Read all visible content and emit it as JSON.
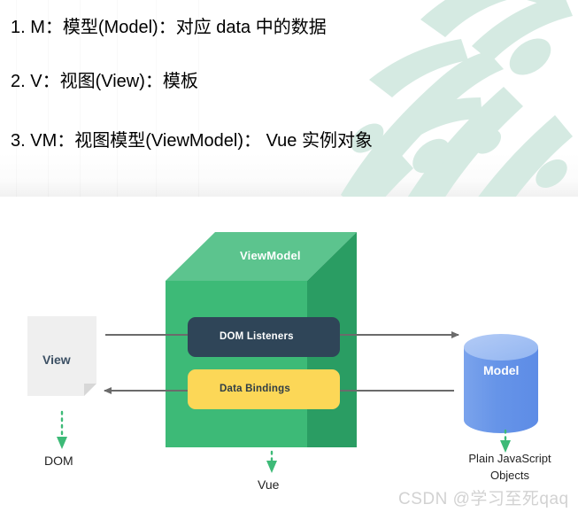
{
  "text_section": {
    "lines": [
      "1. M：模型(Model)：对应 data 中的数据",
      "2. V：视图(View)：模板",
      "3. VM：视图模型(ViewModel)：  Vue 实例对象"
    ]
  },
  "diagram": {
    "viewmodel_label": "ViewModel",
    "dom_listeners_label": "DOM Listeners",
    "data_bindings_label": "Data Bindings",
    "view_label": "View",
    "model_label": "Model",
    "dom_label": "DOM",
    "vue_label": "Vue",
    "plain_js_label": "Plain JavaScript Objects",
    "colors": {
      "cube_top": "#5cc48e",
      "cube_front": "#3dba77",
      "cube_side": "#2a9d63",
      "dom_listeners": "#2f4558",
      "data_bindings": "#fcd757",
      "view_card": "#efefef",
      "model_cylinder": "#6694e8",
      "model_cylinder_top": "#9fbdf2",
      "arrow": "#6b6b6b",
      "dotted_arrow": "#3dba77"
    }
  },
  "watermark": {
    "csdn_text": "CSDN @学习至死qaq",
    "calligraphy_color": "#d5eae2"
  }
}
